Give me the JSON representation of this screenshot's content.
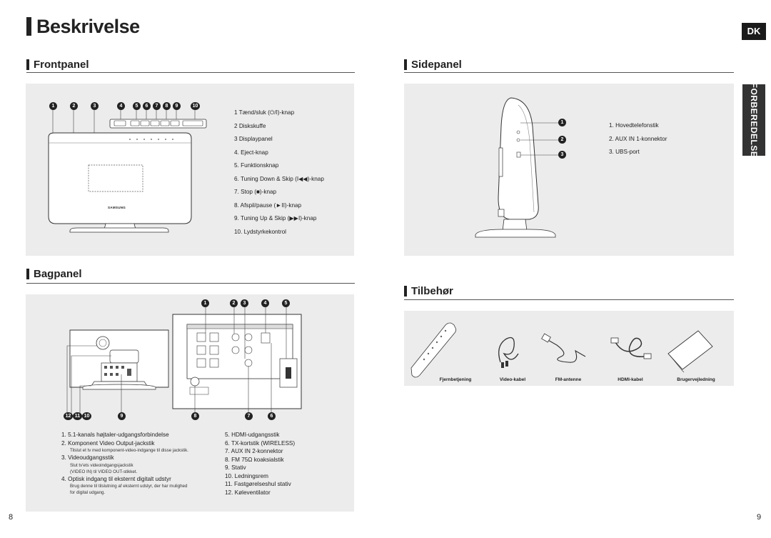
{
  "page": {
    "title": "Beskrivelse",
    "lang_badge": "DK",
    "side_tab": "FORBEREDELSE",
    "page_left": "8",
    "page_right": "9"
  },
  "front": {
    "title": "Frontpanel",
    "callouts": [
      "1",
      "2",
      "3",
      "4",
      "5",
      "6",
      "7",
      "8",
      "9",
      "10"
    ],
    "items": [
      "1    Tænd/sluk (⏻/I)-knap",
      "2    Diskskuffe",
      "3    Displaypanel",
      "4.  Eject-knap",
      "5.  Funktionsknap",
      "6.  Tuning Down & Skip (I◀◀)-knap",
      "7.  Stop (■)-knap",
      "8.  Afspil/pause (►II)-knap",
      "9.  Tuning Up & Skip (▶▶I)-knap",
      "10. Lydstyrkekontrol"
    ],
    "brand": "SAMSUNG"
  },
  "side": {
    "title": "Sidepanel",
    "callouts": [
      "1",
      "2",
      "3"
    ],
    "items": [
      "1.  Hovedtelefonstik",
      "2.  AUX IN 1-konnektor",
      "3.  UBS-port"
    ]
  },
  "back": {
    "title": "Bagpanel",
    "callouts_top": [
      "1",
      "2",
      "3",
      "4",
      "5"
    ],
    "callouts_bottom": [
      "12",
      "11",
      "10",
      "9",
      "8",
      "7",
      "6"
    ],
    "left_items": [
      {
        "text": "1.  5.1-kanals højtaler-udgangsforbindelse"
      },
      {
        "text": "2.  Komponent Video Output-jackstik"
      },
      {
        "note": "Tilslut et tv med komponent-video-indgange til disse jackstik."
      },
      {
        "text": "3.  Videoudgangsstik"
      },
      {
        "note": "Slut tv'ets videoindgangsjackstik"
      },
      {
        "note": "(VIDEO IN) til VIDEO OUT-stikket."
      },
      {
        "text": "4.  Optisk indgang til eksternt digitalt udstyr"
      },
      {
        "note": "Brug denne til tilslutning af eksternt udstyr, der har mulighed"
      },
      {
        "note": "for digital udgang."
      }
    ],
    "right_items": [
      "5.  HDMI-udgangsstik",
      "6.  TX-kortstik (WIRELESS)",
      "7.  AUX IN 2-konnektor",
      "8.  FM 75Ω koaksialstik",
      "9.  Stativ",
      "10. Ledningsrem",
      "11. Fastgørelseshul stativ",
      "12. Køleventilator"
    ]
  },
  "acc": {
    "title": "Tilbehør",
    "labels": [
      "Fjernbetjening",
      "Video-kabel",
      "FM-antenne",
      "HDMI-kabel",
      "Brugervejledning"
    ]
  }
}
